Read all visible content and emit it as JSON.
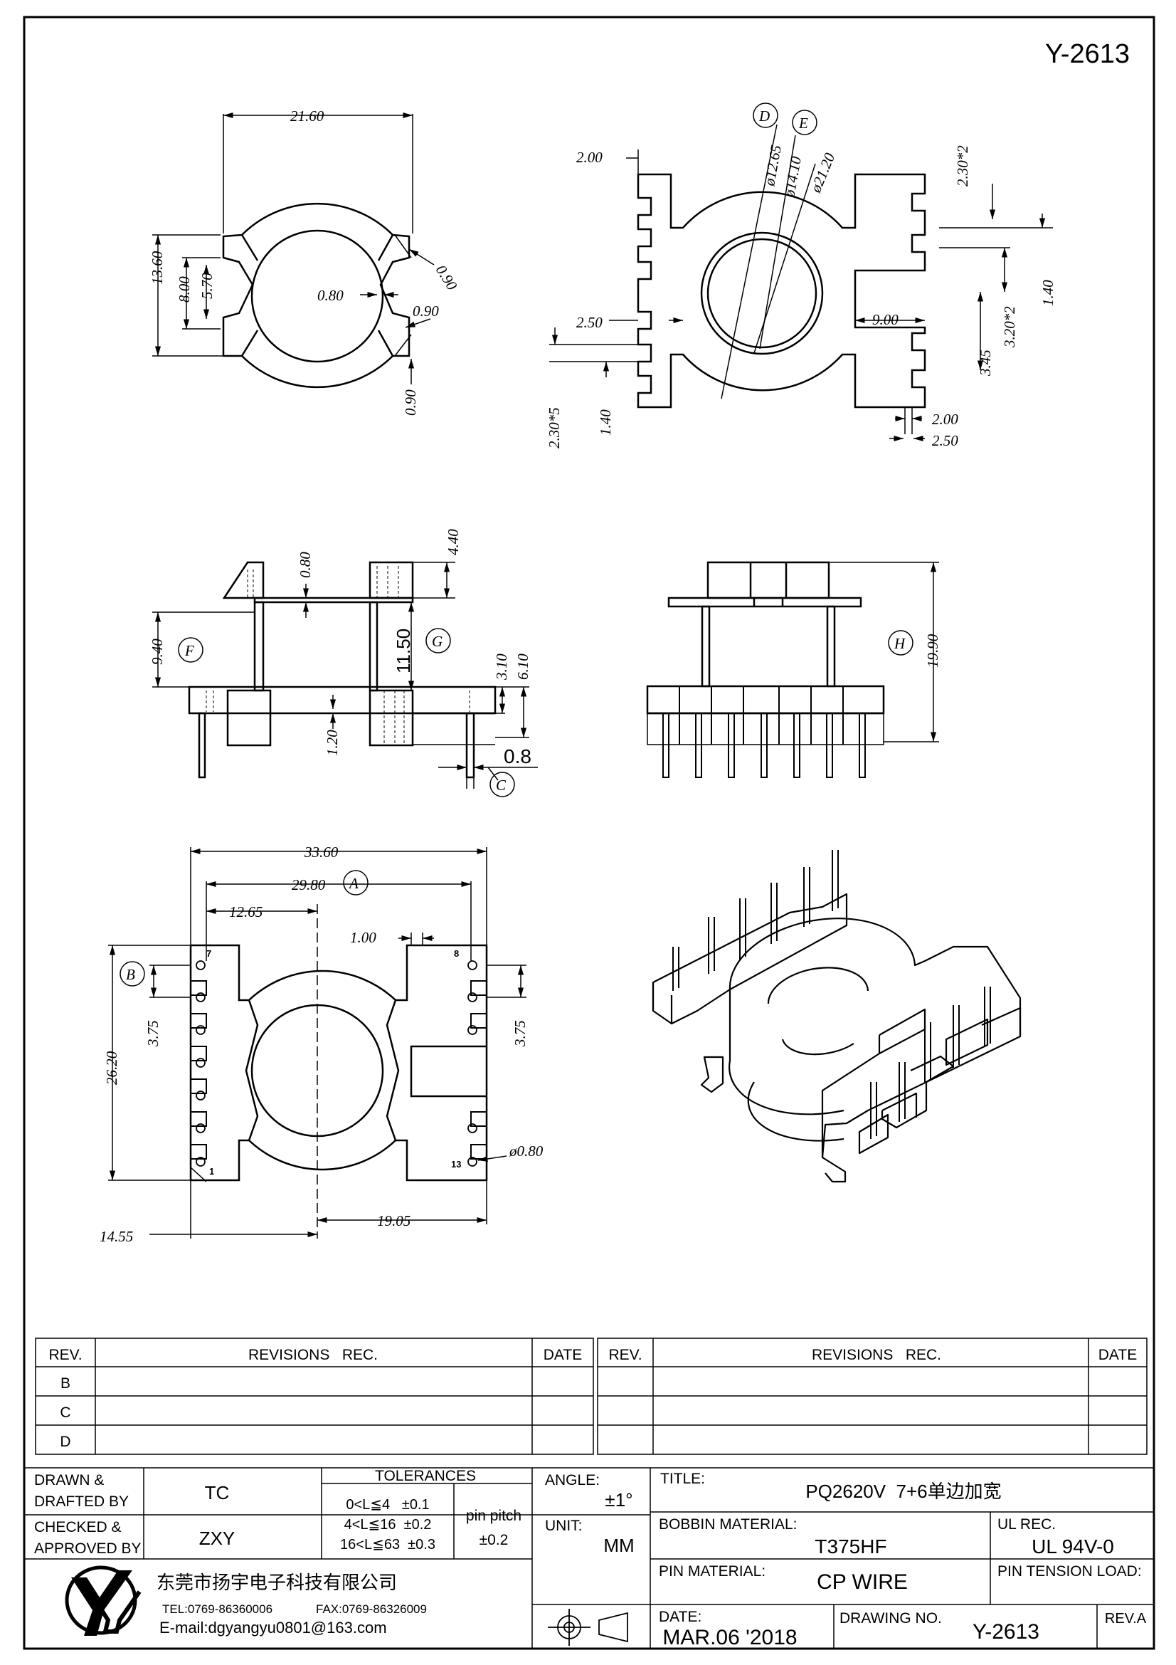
{
  "drawing_code": "Y-2613",
  "top_left_view": {
    "width": "21.60",
    "height": "13.60",
    "inner_h": "8.00",
    "slot_h": "5.70",
    "gap": "0.80",
    "notch_a": "0.90",
    "notch_b": "0.90",
    "notch_c": "0.90"
  },
  "top_right_view": {
    "label_d": "D",
    "label_e": "E",
    "dia_1": "ø12.65",
    "dia_2": "ø14.10",
    "dia_3": "ø21.20",
    "fin_top": "2.00",
    "slot_top": "2.30*2",
    "fin_mid": "2.50",
    "slot_left": "2.30*5",
    "pin_w": "1.40",
    "slot_depth": "9.00",
    "fin_right": "1.40",
    "slot_right": "3.20*2",
    "slot_right2": "3.45",
    "base_a": "2.00",
    "base_b": "2.50"
  },
  "side_view": {
    "top_h": "4.40",
    "flange_t": "0.80",
    "upper_h": "9.40",
    "label_f": "F",
    "winding_h": "11.50",
    "label_g": "G",
    "base_h1": "3.10",
    "base_h2": "6.10",
    "base_t": "1.20",
    "pin_d": "0.8",
    "label_c": "C"
  },
  "front_view": {
    "height": "19.90",
    "label_h": "H"
  },
  "bottom_view": {
    "overall_w": "33.60",
    "pitch_w": "29.80",
    "label_a": "A",
    "center_l": "12.65",
    "pin_offset": "1.00",
    "label_b": "B",
    "pitch_l": "3.75",
    "pitch_r": "3.75",
    "height": "26.20",
    "pin_dia": "ø0.80",
    "left_w": "14.55",
    "right_w": "19.05",
    "pin_7": "7",
    "pin_8": "8",
    "pin_1": "1",
    "pin_13": "13"
  },
  "revisions": {
    "rev_header": "REV.",
    "rec_header": "REVISIONS   REC.",
    "date_header": "DATE",
    "rows": [
      "B",
      "C",
      "D"
    ]
  },
  "title_block": {
    "drawn_label_1": "DRAWN &",
    "drawn_label_2": "DRAFTED BY",
    "drawn_by": "TC",
    "checked_label_1": "CHECKED &",
    "checked_label_2": "APPROVED BY",
    "checked_by": "ZXY",
    "tol_header": "TOLERANCES",
    "tol_1": "0<L≦4   ±0.1",
    "tol_2": "4<L≦16  ±0.2",
    "tol_3": "16<L≦63  ±0.3",
    "pin_pitch_label": "pin pitch",
    "pin_pitch_value": "±0.2",
    "angle_label": "ANGLE:",
    "angle_value": "±1°",
    "unit_label": "UNIT:",
    "unit_value": "MM",
    "title_label": "TITLE:",
    "title_value": "PQ2620V  7+6单边加宽",
    "bobbin_label": "BOBBIN MATERIAL:",
    "bobbin_value": "T375HF",
    "ul_label": "UL REC.",
    "ul_value": "UL 94V-0",
    "pin_material_label": "PIN MATERIAL:",
    "pin_material_value": "CP WIRE",
    "pin_tension_label": "PIN TENSION LOAD:",
    "company": "东莞市扬宇电子科技有限公司",
    "tel": "TEL:0769-86360006",
    "fax": "FAX:0769-86326009",
    "email": "E-mail:dgyangyu0801@163.com",
    "date_label": "DATE:",
    "date_value": "MAR.06 '2018",
    "drawing_no_label": "DRAWING NO.",
    "drawing_no_value": "Y-2613",
    "rev_value": "REV.A"
  }
}
